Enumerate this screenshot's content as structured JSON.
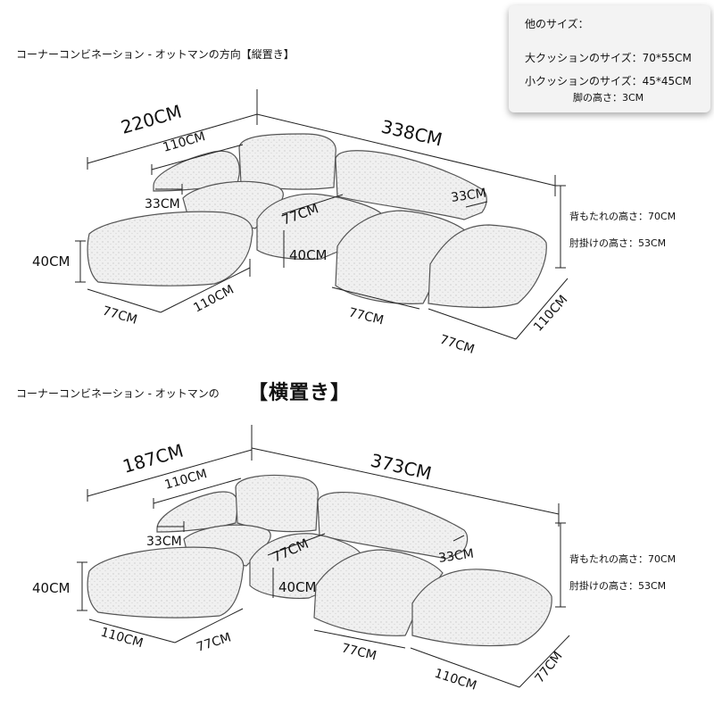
{
  "top_section": {
    "caption": "コーナーコンビネーション - オットマンの方向【縦置き】",
    "dims": {
      "total_left": "220CM",
      "total_right": "338CM",
      "back_left": "110CM",
      "arm_left": "33CM",
      "arm_right": "33CM",
      "seat_depth": "77CM",
      "seat_height": "40CM",
      "height_left": "40CM",
      "ottoman_front_a": "77CM",
      "ottoman_front_b": "110CM",
      "front_mid": "77CM",
      "front_right": "77CM",
      "side_right": "110CM"
    },
    "notes": {
      "back_height": "背もたれの高さ：70CM",
      "arm_height": "肘掛けの高さ：53CM"
    }
  },
  "info_card": {
    "title": "他のサイズ：",
    "large_cushion": "大クッションのサイズ：70*55CM",
    "small_cushion": "小クッションのサイズ：45*45CM",
    "leg_height": "脚の高さ：3CM"
  },
  "bottom_section": {
    "caption": "コーナーコンビネーション - オットマンの",
    "bracket_label": "【横置き】",
    "dims": {
      "total_left": "187CM",
      "total_right": "373CM",
      "back_left": "110CM",
      "arm_left": "33CM",
      "arm_right": "33CM",
      "seat_depth": "77CM",
      "seat_height": "40CM",
      "height_left": "40CM",
      "ottoman_front_a": "110CM",
      "ottoman_front_b": "77CM",
      "front_mid": "77CM",
      "front_right": "110CM",
      "side_right": "77CM"
    },
    "notes": {
      "back_height": "背もたれの高さ：70CM",
      "arm_height": "肘掛けの高さ：53CM"
    }
  },
  "colors": {
    "fabric_fill": "#efefef",
    "fabric_stroke": "#555555",
    "line": "#222222",
    "card_bg": "#f3f3f3"
  }
}
